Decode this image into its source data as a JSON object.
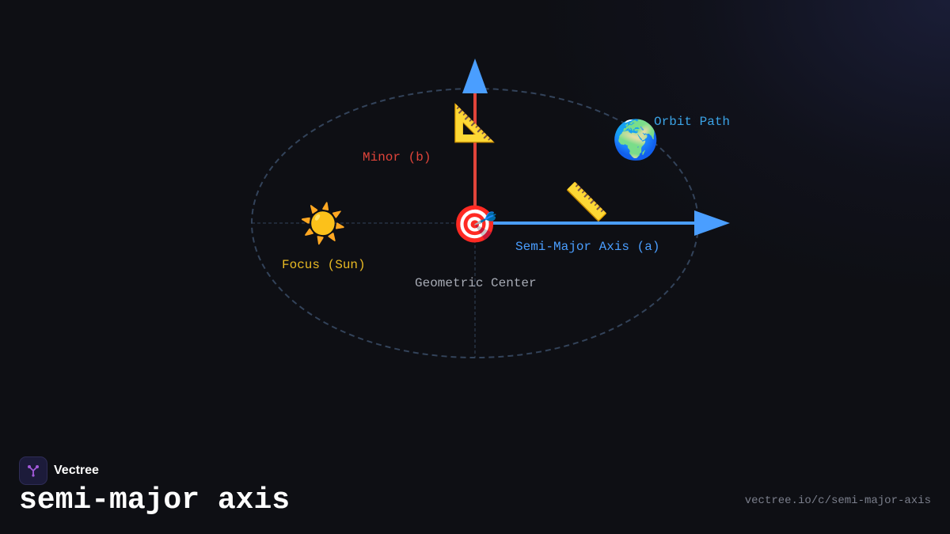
{
  "brand": {
    "name": "Vectree",
    "logo_icon": "tree-branch-icon",
    "logo_color": "#a259d9"
  },
  "page": {
    "title": "semi-major axis",
    "url": "vectree.io/c/semi-major-axis"
  },
  "diagram": {
    "labels": {
      "minor_axis": "Minor (b)",
      "semi_major_axis": "Semi-Major Axis (a)",
      "focus": "Focus (Sun)",
      "center": "Geometric Center",
      "orbit": "Orbit Path"
    },
    "icons": {
      "sun": "☀️",
      "earth": "🌍",
      "target": "🎯",
      "set_square": "📐",
      "ruler": "📏"
    },
    "colors": {
      "semi_major": "#4a9eff",
      "minor": "#e0443a",
      "focus_label": "#e8b923",
      "orbit_label": "#3ba3e6",
      "center_label": "#a7abb5",
      "orbit_line": "#33435a"
    }
  }
}
